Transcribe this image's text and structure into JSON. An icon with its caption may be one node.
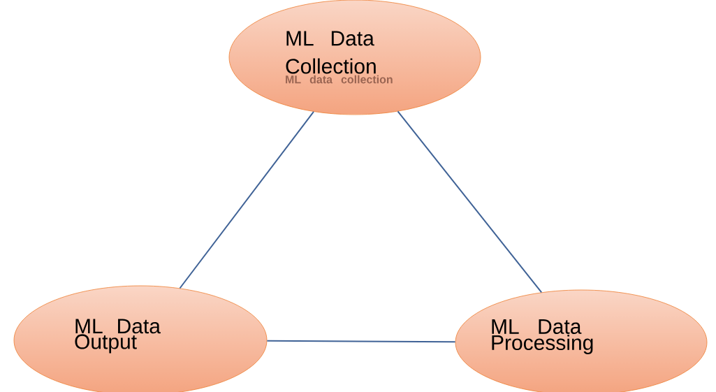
{
  "diagram": {
    "nodes": [
      {
        "text": [
          "ML Data Collection",
          "ML data collection"
        ]
      },
      {
        "text": [
          "ML Data Output"
        ]
      },
      {
        "text": [
          "ML Data Processing"
        ]
      }
    ],
    "edges": [
      {
        "from": 0,
        "to": 1,
        "arrow": "none"
      },
      {
        "from": 0,
        "to": 2,
        "arrow": "none"
      },
      {
        "from": 1,
        "to": 2,
        "arrow": "none"
      }
    ]
  }
}
